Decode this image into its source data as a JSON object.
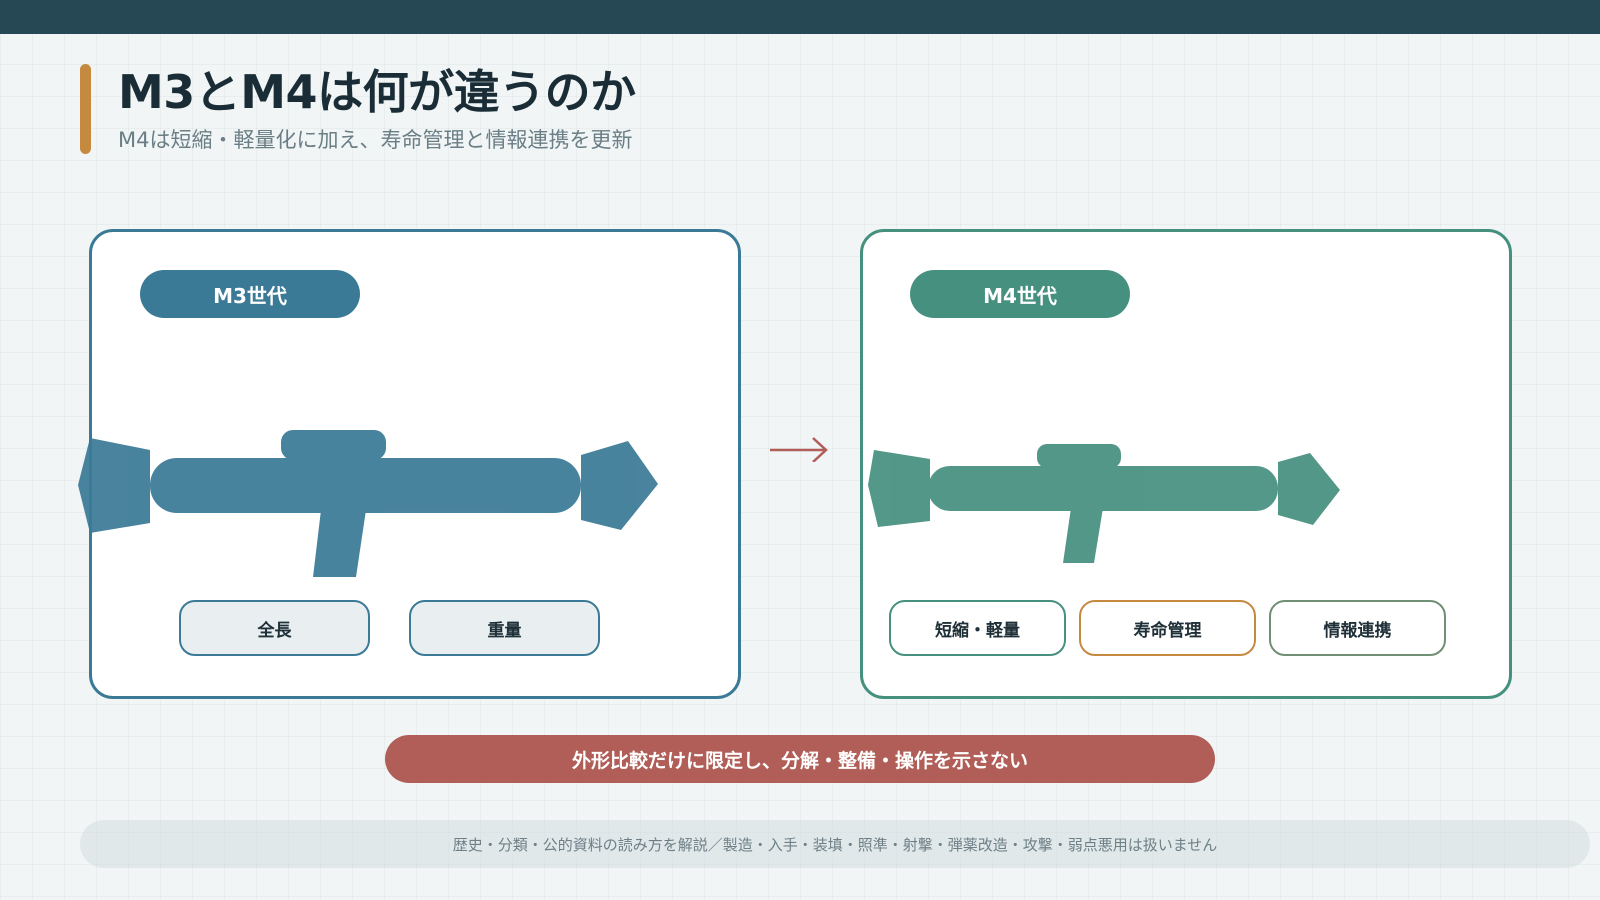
{
  "header": {
    "title": "M3とM4は何が違うのか",
    "subtitle": "M4は短縮・軽量化に加え、寿命管理と情報連携を更新"
  },
  "m3": {
    "label": "M3世代",
    "tags": [
      "全長",
      "重量"
    ]
  },
  "m4": {
    "label": "M4世代",
    "tags": [
      "短縮・軽量",
      "寿命管理",
      "情報連携"
    ]
  },
  "colors": {
    "m3": "#3b7a96",
    "m4": "#46907f",
    "accent": "#c58a3f",
    "warning": "#b05e57",
    "tag_life": "#c58a3f",
    "tag_info": "#6f9074"
  },
  "notice": "外形比較だけに限定し、分解・整備・操作を示さない",
  "footer": "歴史・分類・公的資料の読み方を解説／製造・入手・装填・照準・射撃・弾薬改造・攻撃・弱点悪用は扱いません"
}
